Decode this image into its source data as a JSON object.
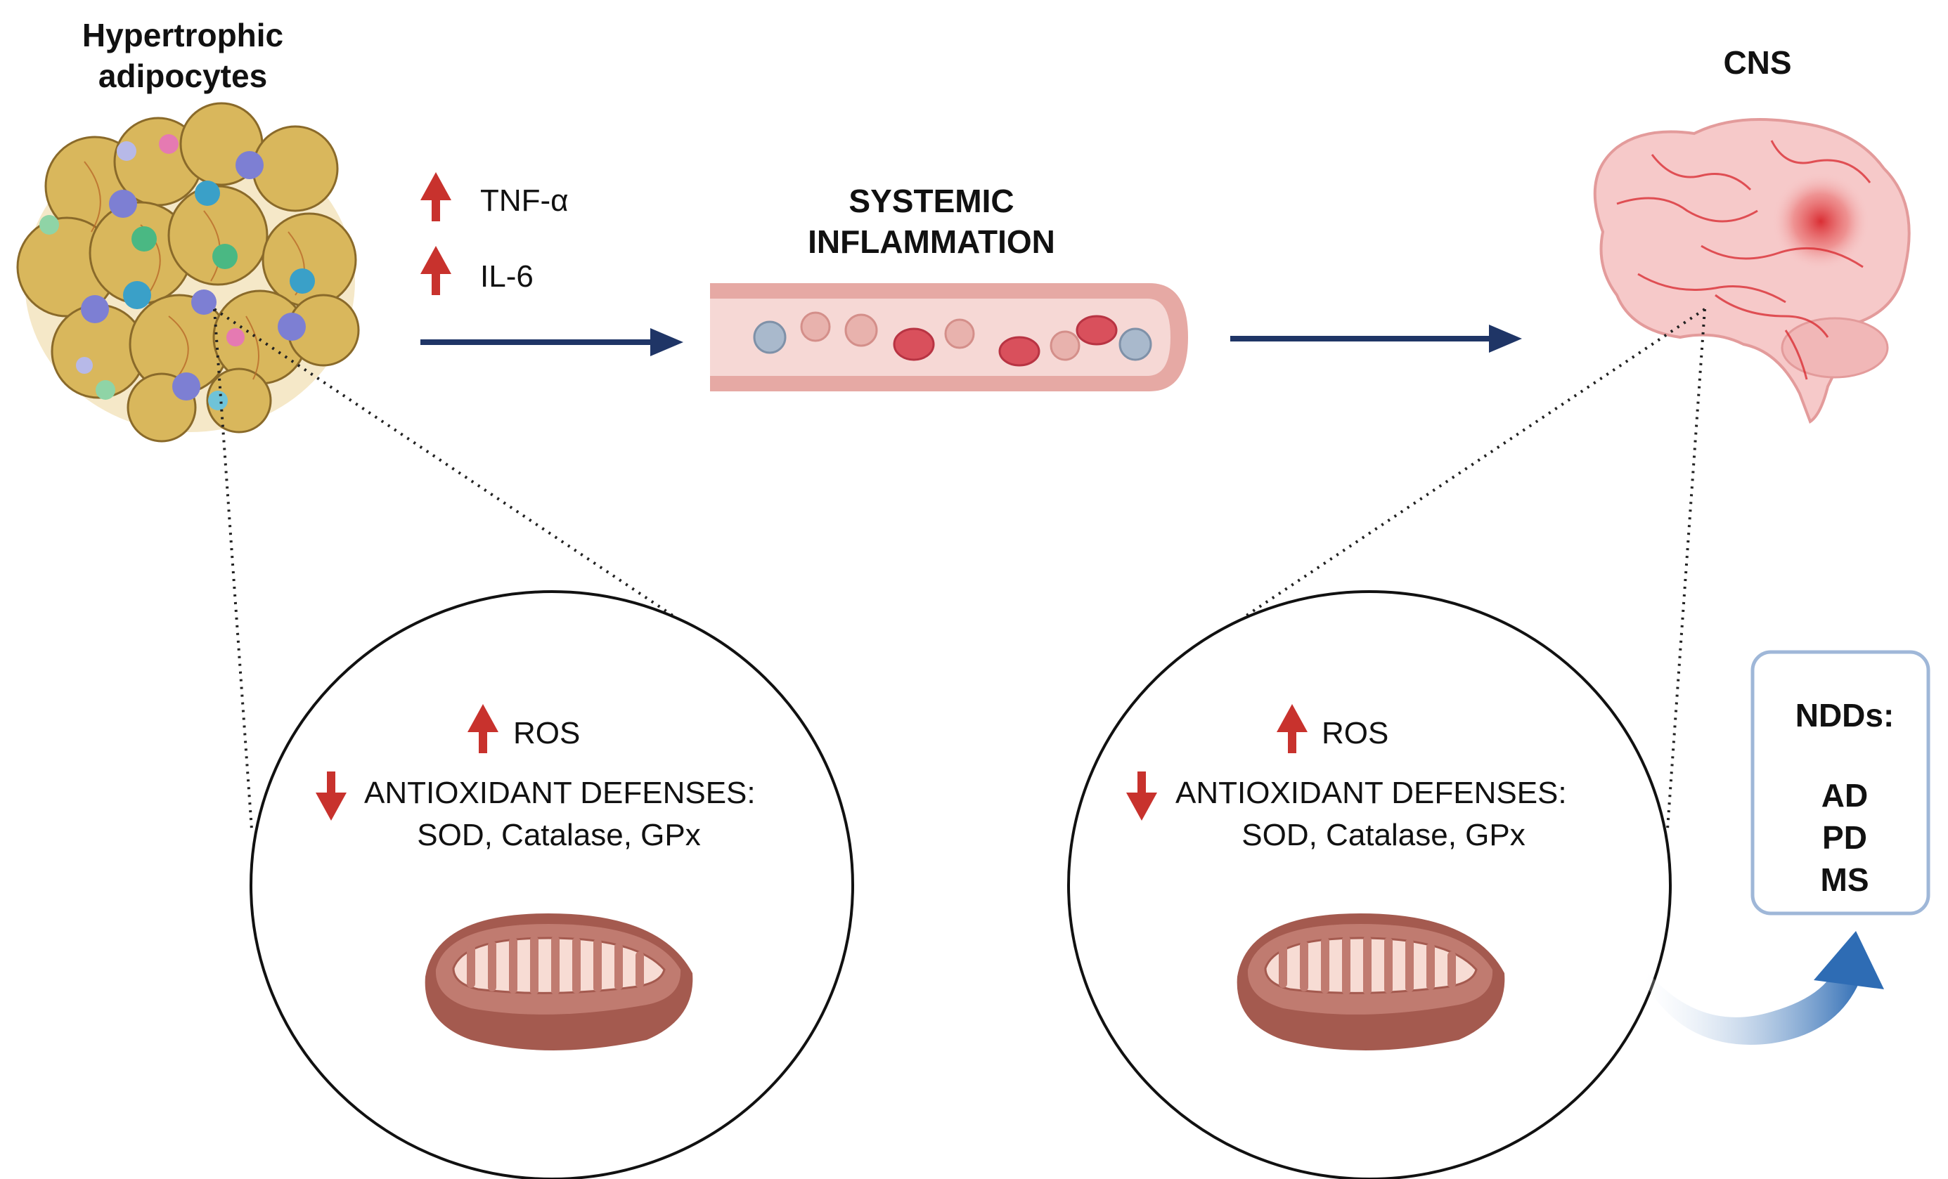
{
  "labels": {
    "adipocytes_line1": "Hypertrophic",
    "adipocytes_line2": "adipocytes",
    "cns": "CNS",
    "tnf": "TNF-α",
    "il6": "IL-6",
    "systemic_line1": "SYSTEMIC",
    "systemic_line2": "INFLAMMATION"
  },
  "left_panel": {
    "ros": "ROS",
    "defenses_line1": "ANTIOXIDANT DEFENSES:",
    "defenses_line2": "SOD, Catalase, GPx"
  },
  "right_panel": {
    "ros": "ROS",
    "defenses_line1": "ANTIOXIDANT DEFENSES:",
    "defenses_line2": "SOD, Catalase, GPx"
  },
  "ndd_box": {
    "title": "NDDs:",
    "items": [
      "AD",
      "PD",
      "MS"
    ]
  },
  "colors": {
    "up_arrow": "#c8322d",
    "down_arrow": "#c8322d",
    "flow_arrow": "#1f3566",
    "adipocyte_fill": "#d9b75c",
    "vessel_wall": "#e6a9a4",
    "vessel_lumen": "#f6d8d5",
    "brain": "#f6c9c9",
    "brain_lesion": "#d8262c",
    "mitochondrion": "#c07b70",
    "ndd_border": "#9fb7d8",
    "curved_arrow": "#2e6cb4"
  }
}
